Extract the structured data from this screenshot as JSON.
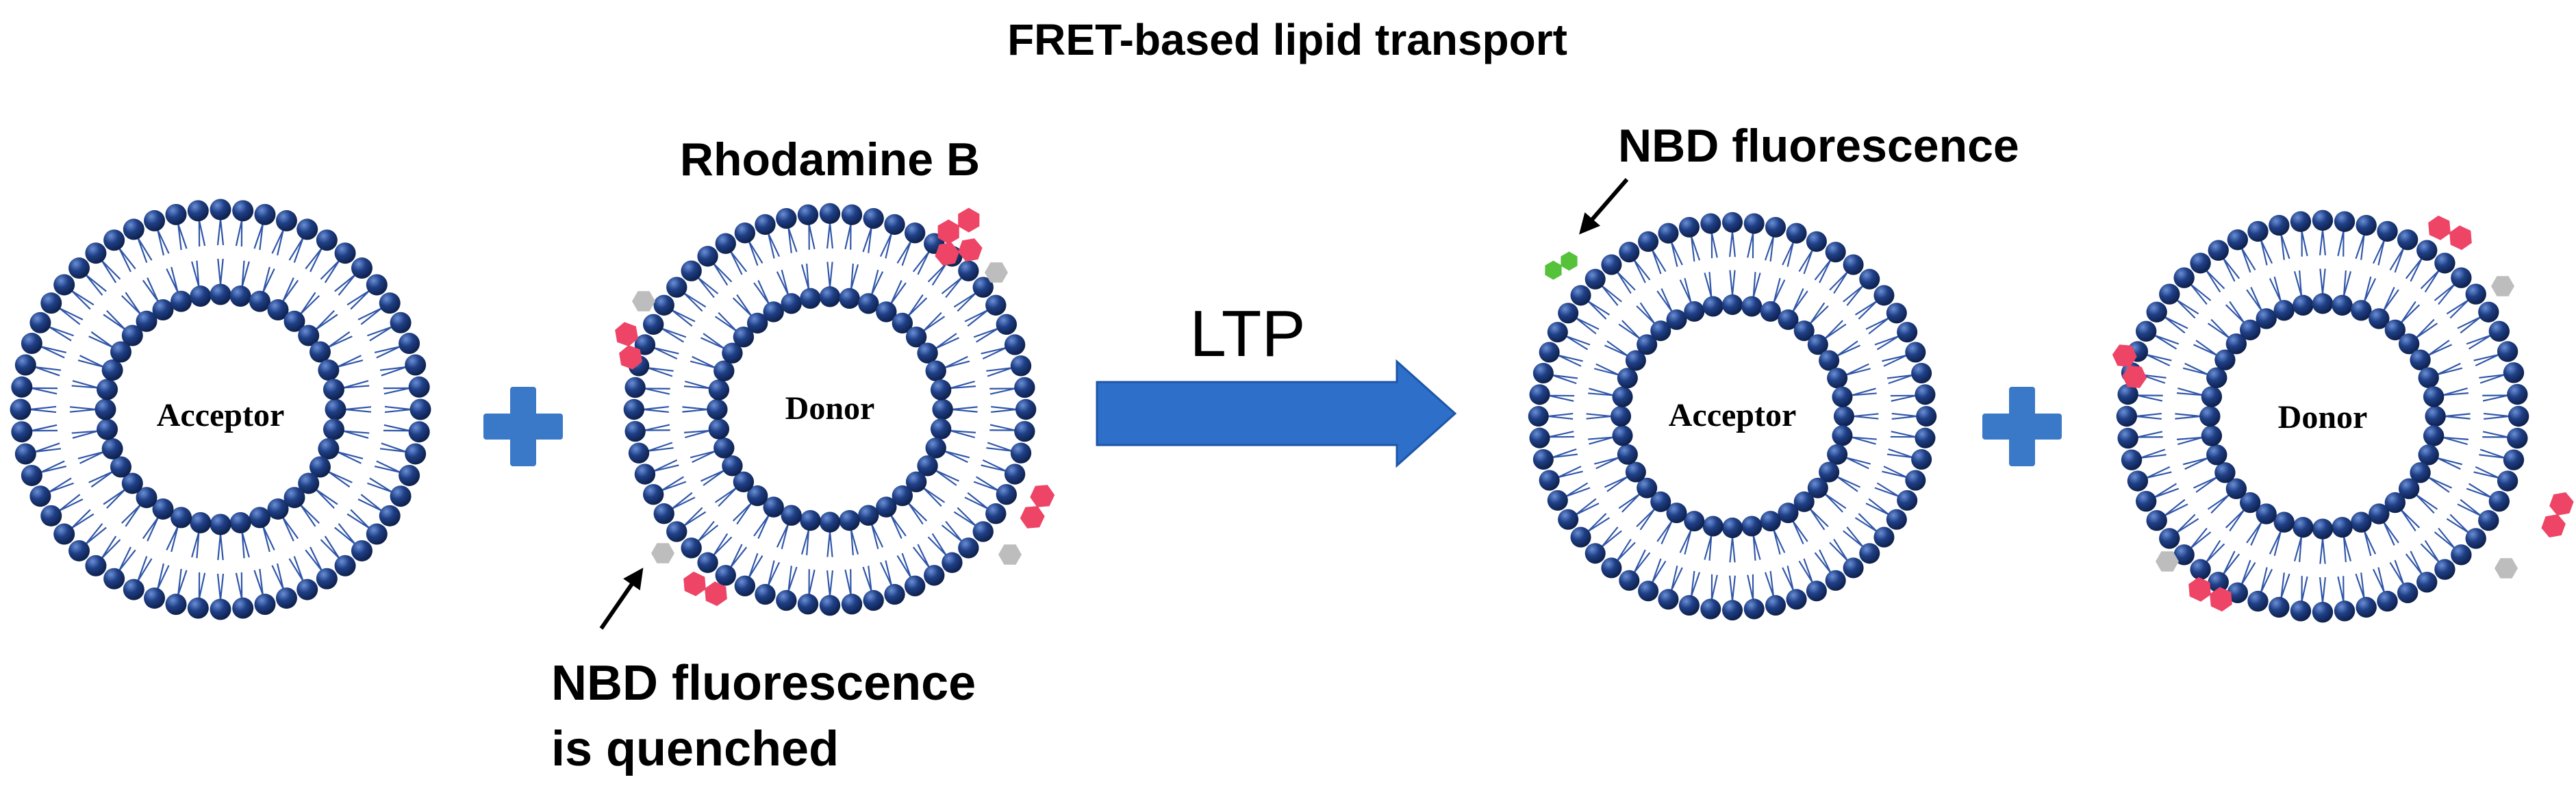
{
  "title": "FRET-based lipid transport",
  "labels": {
    "rhodamine": "Rhodamine B",
    "nbd_top": "NBD fluorescence",
    "nbd_quenched_line1": "NBD fluorescence",
    "nbd_quenched_line2": "is quenched",
    "arrow": "LTP"
  },
  "vesicles": {
    "acceptor_before": "Acceptor",
    "donor_before": "Donor",
    "acceptor_after": "Acceptor",
    "donor_after": "Donor"
  },
  "colors": {
    "lipid_head": "#1f3f86",
    "lipid_tail": "#2f55a8",
    "rhodamine": "#ee4466",
    "nbd_quenched": "#bdbdbd",
    "nbd_active": "#55c23a",
    "plus": "#3a78c8",
    "arrow": "#2e6fc9"
  }
}
